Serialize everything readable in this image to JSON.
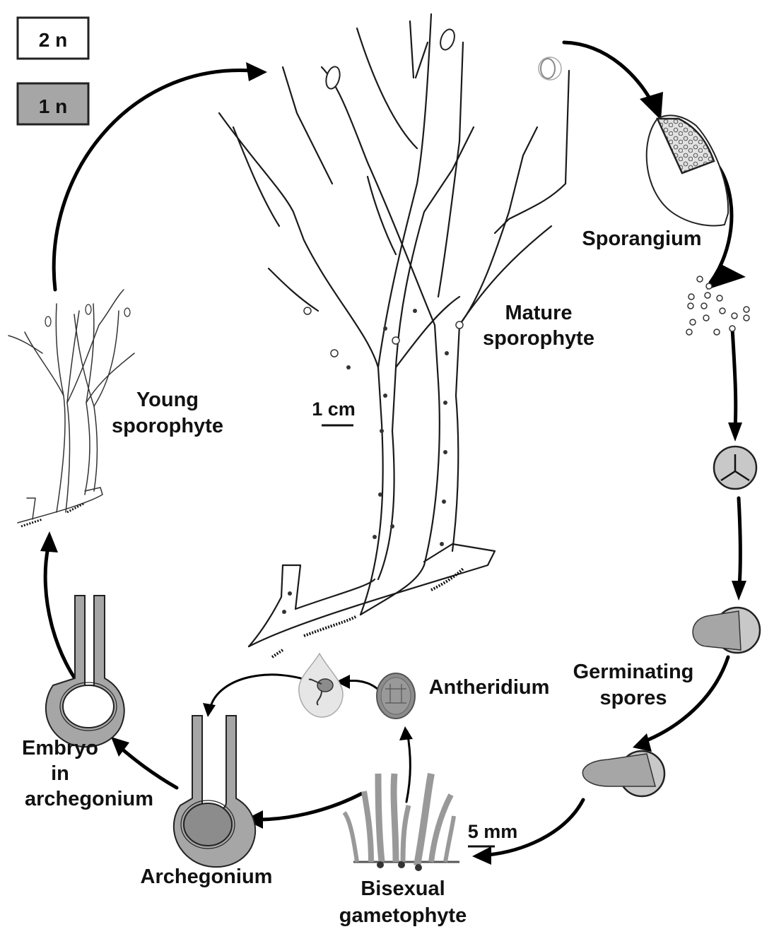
{
  "legend": {
    "diploid": {
      "label": "2 n",
      "fill": "#ffffff"
    },
    "haploid": {
      "label": "1 n",
      "fill": "#a6a6a6"
    }
  },
  "labels": {
    "sporangium": "Sporangium",
    "mature_sporophyte": [
      "Mature",
      "sporophyte"
    ],
    "young_sporophyte": [
      "Young",
      "sporophyte"
    ],
    "germinating_spores": [
      "Germinating",
      "spores"
    ],
    "antheridium": "Antheridium",
    "embryo_in_archegonium": [
      "Embryo",
      "in",
      "archegonium"
    ],
    "archegonium": "Archegonium",
    "bisexual_gametophyte": [
      "Bisexual",
      "gametophyte"
    ]
  },
  "scale_bars": {
    "sporophyte": "1 cm",
    "gametophyte": "5 mm"
  },
  "cycle_order": [
    "Mature sporophyte",
    "Sporangium",
    "Spores",
    "Tetrad spore",
    "Germinating spores",
    "Bisexual gametophyte",
    "Antheridium",
    "Archegonium",
    "Embryo in archegonium",
    "Young sporophyte"
  ],
  "colors": {
    "haploid_gray": "#a6a6a6",
    "spore_gray": "#c8c8c8",
    "ink": "#111111"
  }
}
